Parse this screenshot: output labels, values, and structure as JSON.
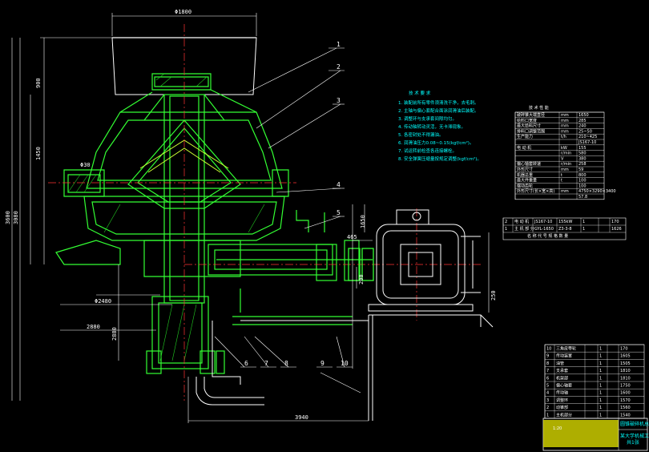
{
  "drawing": {
    "dims": {
      "top_diameter": "Φ1800",
      "left_height_1": "900",
      "left_height_2": "1450",
      "left_height_3": "3080",
      "left_height_4": "3600",
      "bottom_a": "Φ2480",
      "bottom_b": "2880",
      "bottom_c": "2880",
      "motor_h1": "465",
      "motor_h2": "200",
      "motor_h3": "250",
      "overall_width": "3940",
      "mid_1": "1650",
      "mid_2": "Φ30"
    },
    "leaders": [
      "1",
      "2",
      "3",
      "4",
      "5",
      "6",
      "7",
      "8",
      "9",
      "10"
    ],
    "notes_title": "技 术 要 求",
    "notes": [
      "1. 装配前所有零件须清洗干净，去毛刺。",
      "2. 主轴与偏心套配合面涂润滑油后装配。",
      "3. 调整环与支承套间隙均匀。",
      "4. 传动轴转动灵活，无卡滞现象。",
      "5. 各密封处不得漏油。",
      "6. 润滑油压力0.08~0.15(kgf/cm²)。",
      "7. 试运转前检查各连接螺栓。",
      "8. 安全弹簧压缩量按规定调整(kgf/cm²)。"
    ]
  },
  "spec_table": {
    "title": "技 术 性 能",
    "rows": [
      [
        "破碎锥大端直径",
        "mm",
        "1650"
      ],
      [
        "给料口宽度",
        "mm",
        "285"
      ],
      [
        "最大给料尺寸",
        "mm",
        "240"
      ],
      [
        "排料口调整范围",
        "mm",
        "25~50"
      ],
      [
        "生产能力",
        "t/h",
        "210~425"
      ],
      [
        "",
        "",
        "JS167-10"
      ],
      [
        "电 动 机",
        "kW",
        "155"
      ],
      [
        "",
        "r/min",
        "580"
      ],
      [
        "",
        "V",
        "380"
      ],
      [
        "偏心轴套转速",
        "r/min",
        "258"
      ],
      [
        "外形尺寸",
        "mm",
        "59"
      ],
      [
        "机器总重",
        "t",
        "800"
      ],
      [
        "最大件重量",
        "t",
        "100"
      ],
      [
        "摆动齿轮",
        "",
        "100"
      ],
      [
        "外形尺寸(长×宽×高)",
        "mm",
        "4750×3290×3400"
      ],
      [
        "",
        "",
        "57.8"
      ]
    ]
  },
  "parts_table": {
    "rows": [
      [
        "2",
        "电 动 机",
        "JS167-10",
        "155kW",
        "1",
        "",
        "170"
      ],
      [
        "1",
        "主 机 部 分",
        "GYL-1650",
        "Z3-3-8",
        "1",
        "",
        "1626"
      ]
    ],
    "footer": "名 称 代 号 规 格 数 量"
  },
  "bom": {
    "rows": [
      [
        "10",
        "三角皮带轮",
        "",
        "1",
        "",
        "170"
      ],
      [
        "9",
        "传动装置",
        "",
        "1",
        "",
        "1605"
      ],
      [
        "8",
        "油管",
        "",
        "1",
        "",
        "1505"
      ],
      [
        "7",
        "支承套",
        "",
        "1",
        "",
        "1810"
      ],
      [
        "6",
        "机架部",
        "",
        "1",
        "",
        "1810"
      ],
      [
        "5",
        "偏心轴套",
        "",
        "1",
        "",
        "1750"
      ],
      [
        "4",
        "传动轴",
        "",
        "1",
        "",
        "1600"
      ],
      [
        "3",
        "调整环",
        "",
        "1",
        "",
        "1570"
      ],
      [
        "2",
        "动锥部",
        "",
        "1",
        "",
        "1560"
      ],
      [
        "1",
        "主机部分",
        "",
        "1",
        "",
        "1540"
      ]
    ],
    "title_block": {
      "name": "圆锥破碎机总装图",
      "school": "某大学机械工程学院",
      "sheet": "共1张",
      "scale": "1:20"
    }
  }
}
